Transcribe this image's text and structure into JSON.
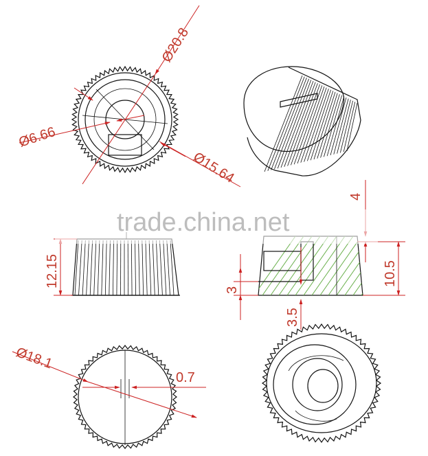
{
  "watermark": {
    "text": "trade.china.net"
  },
  "dimensions": {
    "d20_8": "Ø20.8",
    "d6_66": "Ø6.66",
    "d15_64": "Ø15.64",
    "h12_15": "12.15",
    "d4": "4",
    "h10_5": "10.5",
    "h3": "3",
    "h3_5": "3.5",
    "d18_1": "Ø18.1",
    "w0_7": "0.7"
  },
  "colors": {
    "dimension": "#cc2222",
    "section_hatch": "#6ab04c",
    "outline": "#111111"
  }
}
